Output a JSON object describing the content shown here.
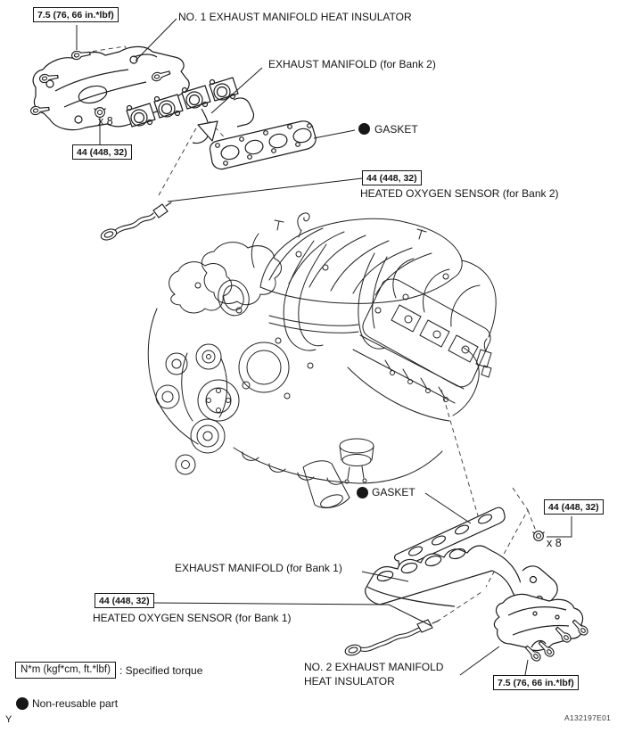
{
  "figure": {
    "code": "A132197E01",
    "page_marker": "Y"
  },
  "torque_specs": {
    "insulator_bolt": "7.5 (76, 66 in.*lbf)",
    "manifold_nut": "44 (448, 32)",
    "o2_sensor": "44 (448, 32)",
    "nut_count": "x 8"
  },
  "part_labels": {
    "no1_heat_insulator": "NO. 1 EXHAUST MANIFOLD HEAT INSULATOR",
    "exhaust_manifold_bank2": "EXHAUST MANIFOLD (for Bank 2)",
    "gasket": "GASKET",
    "heated_o2_bank2": "HEATED OXYGEN SENSOR (for Bank 2)",
    "exhaust_manifold_bank1": "EXHAUST MANIFOLD (for Bank 1)",
    "heated_o2_bank1": "HEATED OXYGEN SENSOR (for Bank 1)",
    "no2_heat_insulator_line1": "NO. 2 EXHAUST MANIFOLD",
    "no2_heat_insulator_line2": "HEAT INSULATOR"
  },
  "legend": {
    "torque_box": "N*m (kgf*cm, ft.*lbf)",
    "torque_desc": ": Specified torque",
    "non_reusable": "Non-reusable part"
  },
  "icons": {
    "non_reusable_part": "filled-circle",
    "gasket_marker": "filled-circle"
  },
  "colors": {
    "ink": "#1c1c1c",
    "background": "#ffffff"
  }
}
